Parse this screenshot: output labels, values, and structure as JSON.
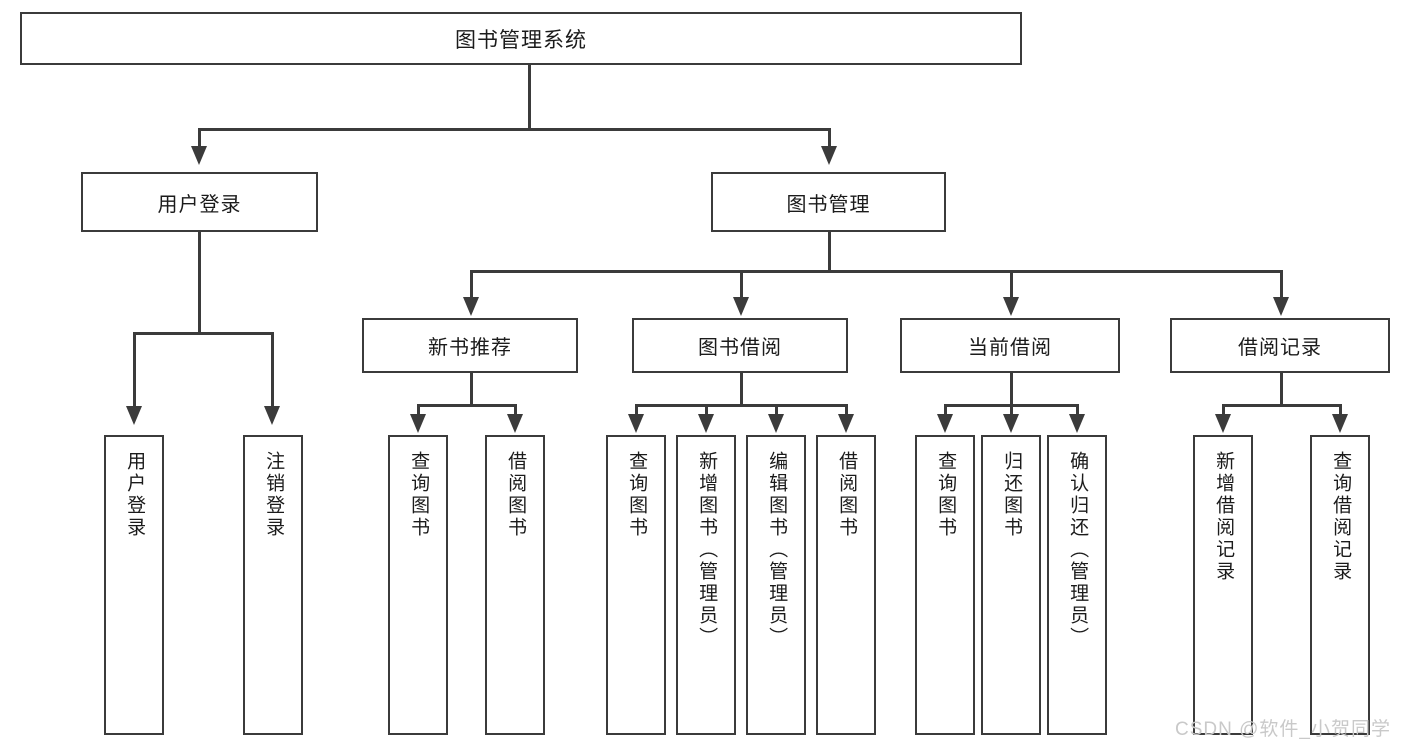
{
  "diagram": {
    "type": "tree",
    "title": "图书管理系统",
    "root": {
      "label": "图书管理系统"
    },
    "level1": [
      {
        "label": "用户登录"
      },
      {
        "label": "图书管理"
      }
    ],
    "level2": [
      {
        "label": "新书推荐"
      },
      {
        "label": "图书借阅"
      },
      {
        "label": "当前借阅"
      },
      {
        "label": "借阅记录"
      }
    ],
    "leaves": {
      "user_login": [
        {
          "label": "用户登录"
        },
        {
          "label": "注销登录"
        }
      ],
      "new_book_recommend": [
        {
          "label": "查询图书"
        },
        {
          "label": "借阅图书"
        }
      ],
      "book_borrow": [
        {
          "label": "查询图书"
        },
        {
          "label": "新增图书（管理员）"
        },
        {
          "label": "编辑图书（管理员）"
        },
        {
          "label": "借阅图书"
        }
      ],
      "current_borrow": [
        {
          "label": "查询图书"
        },
        {
          "label": "归还图书"
        },
        {
          "label": "确认归还（管理员）"
        }
      ],
      "borrow_record": [
        {
          "label": "新增借阅记录"
        },
        {
          "label": "查询借阅记录"
        }
      ]
    }
  },
  "watermark": {
    "text": "CSDN @软件_小贺同学"
  },
  "colors": {
    "stroke": "#3b3b3b",
    "background": "#ffffff",
    "text": "#1b1b1b",
    "watermark": "#c9c9c9"
  }
}
